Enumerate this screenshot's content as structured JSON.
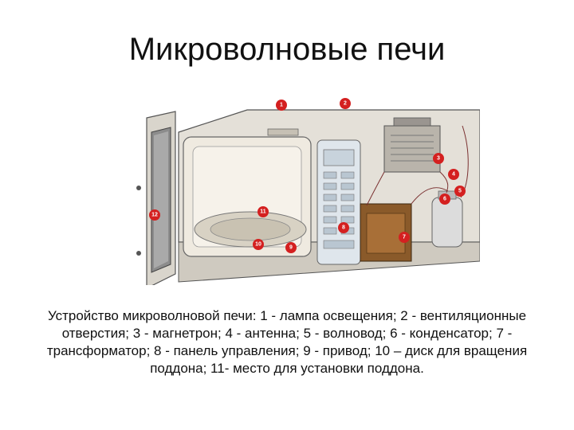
{
  "slide": {
    "title": "Микроволновые печи",
    "caption": "Устройство микроволновой печи: 1 - лампа освещения; 2 - вентиляционные отверстия; 3 - магнетрон; 4 - антенна; 5 - волновод; 6 - конденсатор; 7 - трансформатор; 8 - панель управления; 9 - привод; 10 – диск для вращения поддона; 11- место для установки поддона."
  },
  "figure": {
    "markers": [
      "1",
      "2",
      "3",
      "4",
      "5",
      "6",
      "7",
      "8",
      "9",
      "10",
      "11",
      "12"
    ],
    "colors": {
      "marker": "#d42020",
      "body": "#e4e0d8",
      "interior": "#efeae0",
      "panel": "#dfe6ec",
      "magnetron": "#b9b4ab",
      "transformer": "#8a5a2a"
    }
  }
}
